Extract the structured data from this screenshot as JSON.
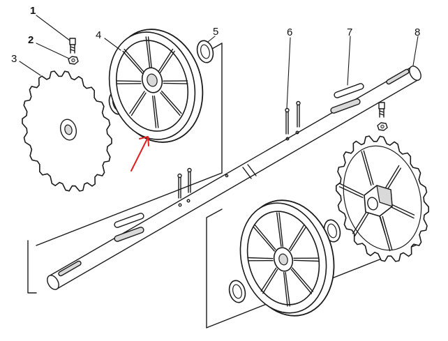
{
  "callouts": [
    {
      "label": "1",
      "bold": true
    },
    {
      "label": "2",
      "bold": true
    },
    {
      "label": "3",
      "bold": false
    },
    {
      "label": "4",
      "bold": false
    },
    {
      "label": "5",
      "bold": false
    },
    {
      "label": "6",
      "bold": false
    },
    {
      "label": "7",
      "bold": false
    },
    {
      "label": "8",
      "bold": false
    }
  ],
  "colors": {
    "ink": "#1a1a1a",
    "highlight_arrow": "#e02020",
    "background": "#ffffff"
  },
  "parts": {
    "left_sprocket_teeth": 20,
    "right_sprocket_teeth": 20,
    "wheel_spokes": 8,
    "right_sprocket_spokes": 6
  }
}
